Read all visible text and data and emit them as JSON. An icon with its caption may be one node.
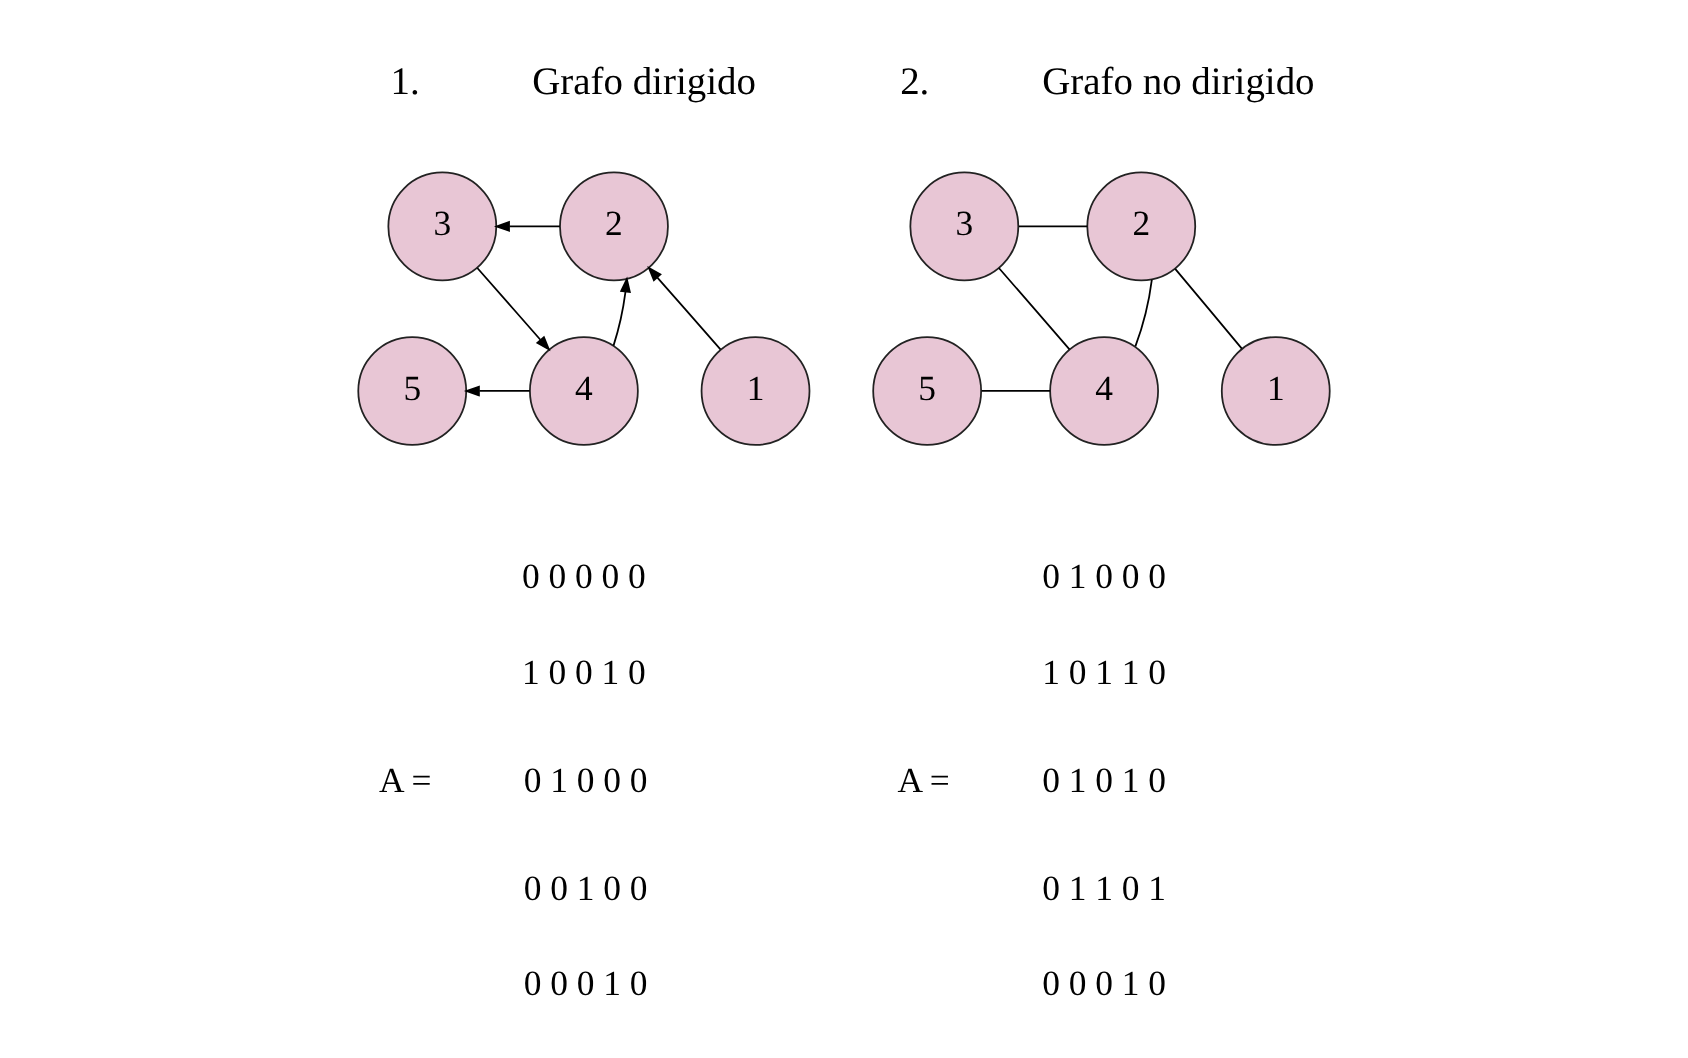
{
  "diagram": {
    "nodes": [
      {
        "text": [
          "1"
        ]
      },
      {
        "text": [
          "2"
        ]
      },
      {
        "text": [
          "3"
        ]
      },
      {
        "text": [
          "4"
        ]
      },
      {
        "text": [
          "5"
        ]
      },
      {
        "text": [
          "1"
        ]
      },
      {
        "text": [
          "2"
        ]
      },
      {
        "text": [
          "3"
        ]
      },
      {
        "text": [
          "4"
        ]
      },
      {
        "text": [
          "5"
        ]
      }
    ],
    "edges": [
      {
        "from": 0,
        "to": 1,
        "arrow": "to"
      },
      {
        "from": 1,
        "to": 2,
        "arrow": "to"
      },
      {
        "from": 2,
        "to": 3,
        "arrow": "to"
      },
      {
        "from": 3,
        "to": 1,
        "arrow": "to"
      },
      {
        "from": 3,
        "to": 4,
        "arrow": "to"
      },
      {
        "from": 5,
        "to": 6,
        "arrow": "none"
      },
      {
        "from": 6,
        "to": 7,
        "arrow": "none"
      },
      {
        "from": 6,
        "to": 8,
        "arrow": "none"
      },
      {
        "from": 8,
        "to": 7,
        "arrow": "none"
      },
      {
        "from": 8,
        "to": 9,
        "arrow": "none"
      }
    ],
    "labels": [
      "1.",
      "Grafo dirigido",
      "2.",
      "Grafo no dirigido",
      "A =",
      "0 0 0 0 0",
      "1 0 0 1 0",
      "0 1 0 0 0",
      "0 0 1 0 0",
      "0 0 0 1 0",
      "A =",
      "0 1 0 0 0",
      "1 0 1 1 0",
      "0 1 0 1 0",
      "0 1 1 0 1",
      "0 0 0 1 0"
    ]
  }
}
